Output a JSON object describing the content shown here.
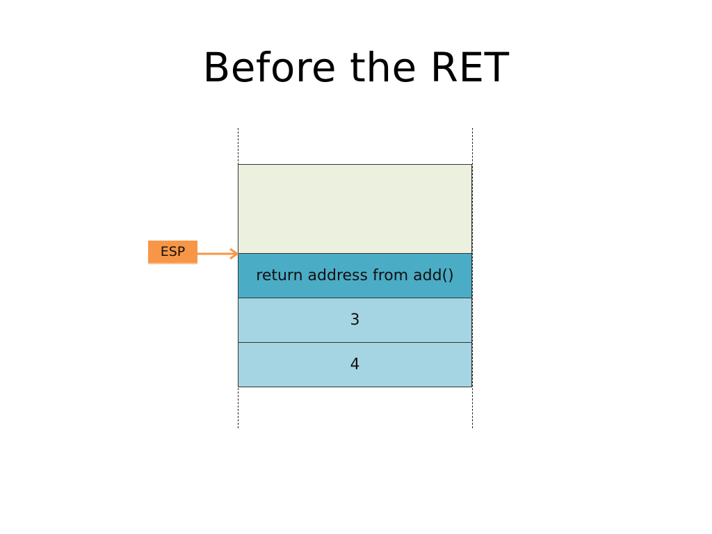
{
  "slide": {
    "title": "Before the RET"
  },
  "stack": {
    "cells": [
      {
        "label": ""
      },
      {
        "label": "return address from add()"
      },
      {
        "label": "3"
      },
      {
        "label": "4"
      }
    ]
  },
  "pointer": {
    "label": "ESP",
    "color": "#f79646",
    "arrow_icon": "right-arrow-icon"
  },
  "colors": {
    "empty_cell": "#ebf1de",
    "return_address_cell": "#4bacc6",
    "argument_cell": "#a5d5e2"
  }
}
